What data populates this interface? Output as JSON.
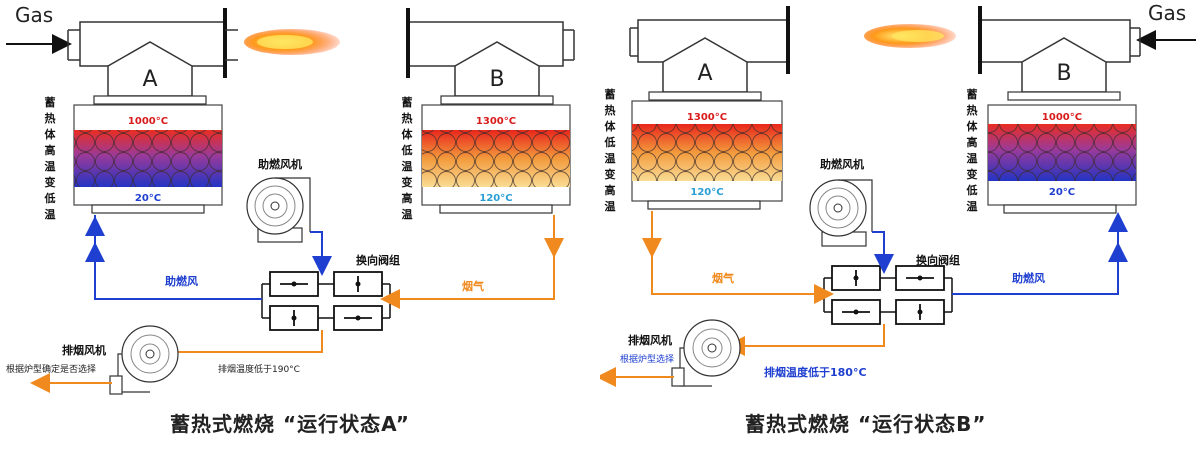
{
  "panel_a": {
    "gas_label": "Gas",
    "burner_a_label": "A",
    "burner_b_label": "B",
    "left_vertical_text": [
      "蓄",
      "热",
      "体",
      "高",
      "温",
      "变",
      "低",
      "温"
    ],
    "right_vertical_text": [
      "蓄",
      "热",
      "体",
      "低",
      "温",
      "变",
      "高",
      "温"
    ],
    "left_temp_top": "1000°C",
    "left_temp_bottom": "20°C",
    "right_temp_top": "1300°C",
    "right_temp_bottom": "120°C",
    "blower_label": "助燃风机",
    "valve_group_label": "换向阀组",
    "combustion_air_label": "助燃风",
    "flue_gas_label": "烟气",
    "exhaust_fan_label": "排烟风机",
    "exhaust_note": "根据炉型确定是否选择",
    "exhaust_temp_label": "排烟温度低于190°C"
  },
  "panel_b": {
    "gas_label": "Gas",
    "burner_a_label": "A",
    "burner_b_label": "B",
    "left_vertical_text": [
      "蓄",
      "热",
      "体",
      "低",
      "温",
      "变",
      "高",
      "温"
    ],
    "right_vertical_text": [
      "蓄",
      "热",
      "体",
      "高",
      "温",
      "变",
      "低",
      "温"
    ],
    "left_temp_top": "1300°C",
    "left_temp_bottom": "120°C",
    "right_temp_top": "1000°C",
    "right_temp_bottom": "20°C",
    "blower_label": "助燃风机",
    "valve_group_label": "换向阀组",
    "combustion_air_label": "助燃风",
    "flue_gas_label": "烟气",
    "exhaust_fan_label": "排烟风机",
    "exhaust_note": "根据炉型选择",
    "exhaust_temp_label": "排烟温度低于180°C"
  },
  "captions": {
    "state_a": "蓄热式燃烧 “运行状态A”",
    "state_b": "蓄热式燃烧 “运行状态B”"
  },
  "colors": {
    "air_blue": "#1f3fd0",
    "flue_orange": "#f08a1e",
    "hot_red": "#e8352a",
    "cold_blue": "#2b3fbf",
    "warm_yellow": "#f7d27a",
    "outline": "#333333"
  }
}
